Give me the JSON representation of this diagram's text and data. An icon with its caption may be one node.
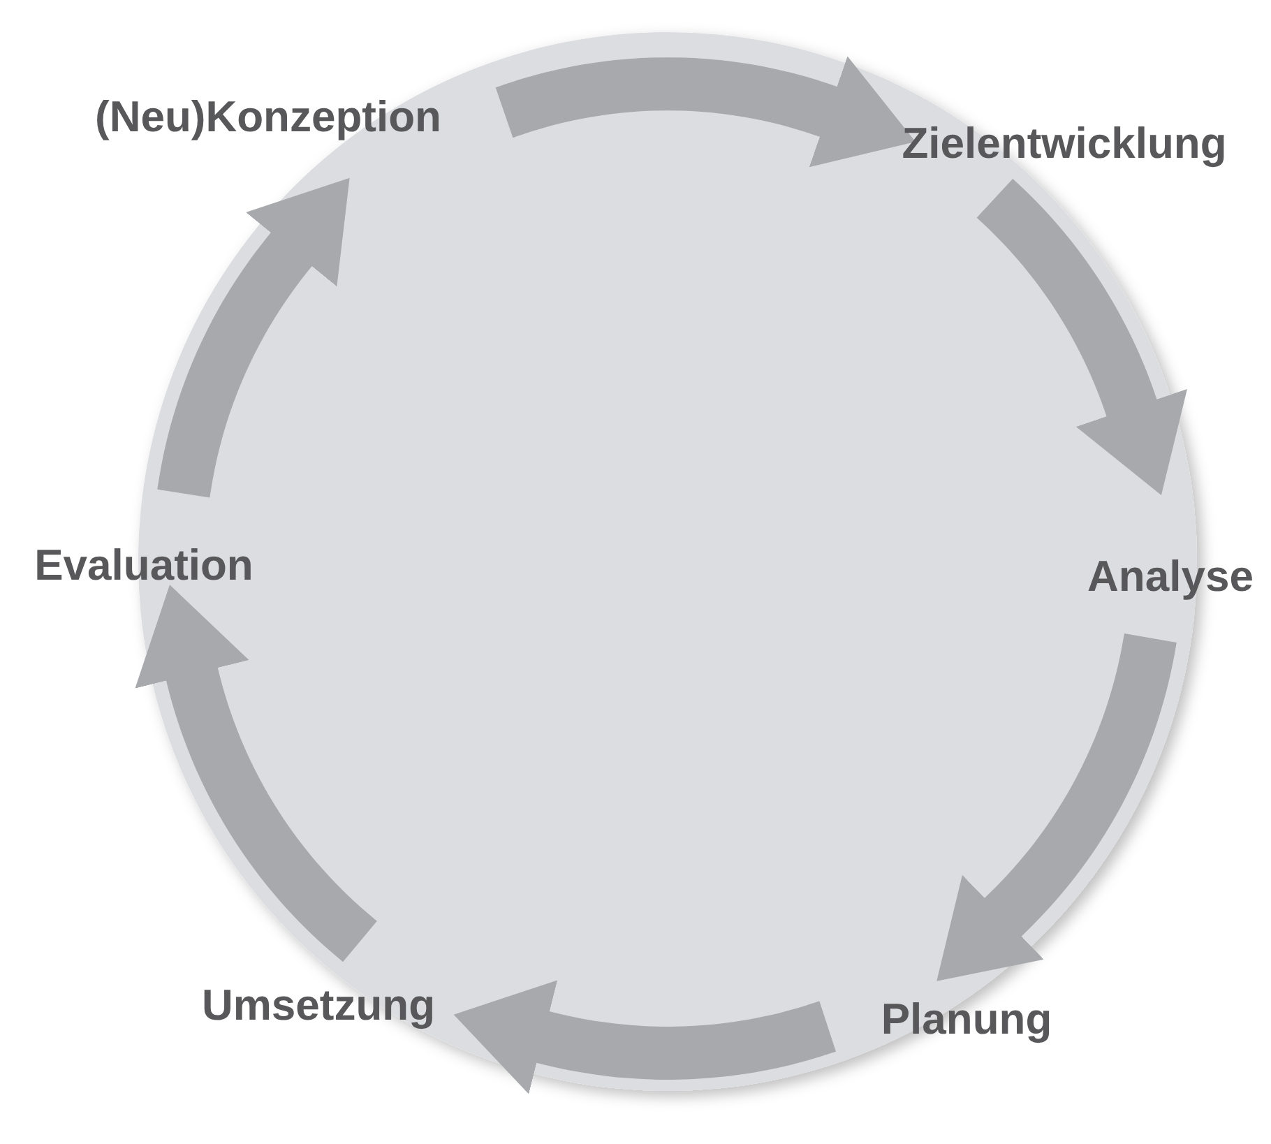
{
  "diagram": {
    "nodes": [
      {
        "text": [
          "(Neu)Konzeption"
        ]
      },
      {
        "text": [
          "Zielentwicklung"
        ]
      },
      {
        "text": [
          "Analyse"
        ]
      },
      {
        "text": [
          "Planung"
        ]
      },
      {
        "text": [
          "Umsetzung"
        ]
      },
      {
        "text": [
          "Evaluation"
        ]
      }
    ],
    "edges": [
      {
        "from": 0,
        "to": 1,
        "arrow": "to"
      },
      {
        "from": 1,
        "to": 2,
        "arrow": "to"
      },
      {
        "from": 2,
        "to": 3,
        "arrow": "to"
      },
      {
        "from": 3,
        "to": 4,
        "arrow": "to"
      },
      {
        "from": 4,
        "to": 5,
        "arrow": "to"
      },
      {
        "from": 5,
        "to": 0,
        "arrow": "to"
      }
    ]
  }
}
